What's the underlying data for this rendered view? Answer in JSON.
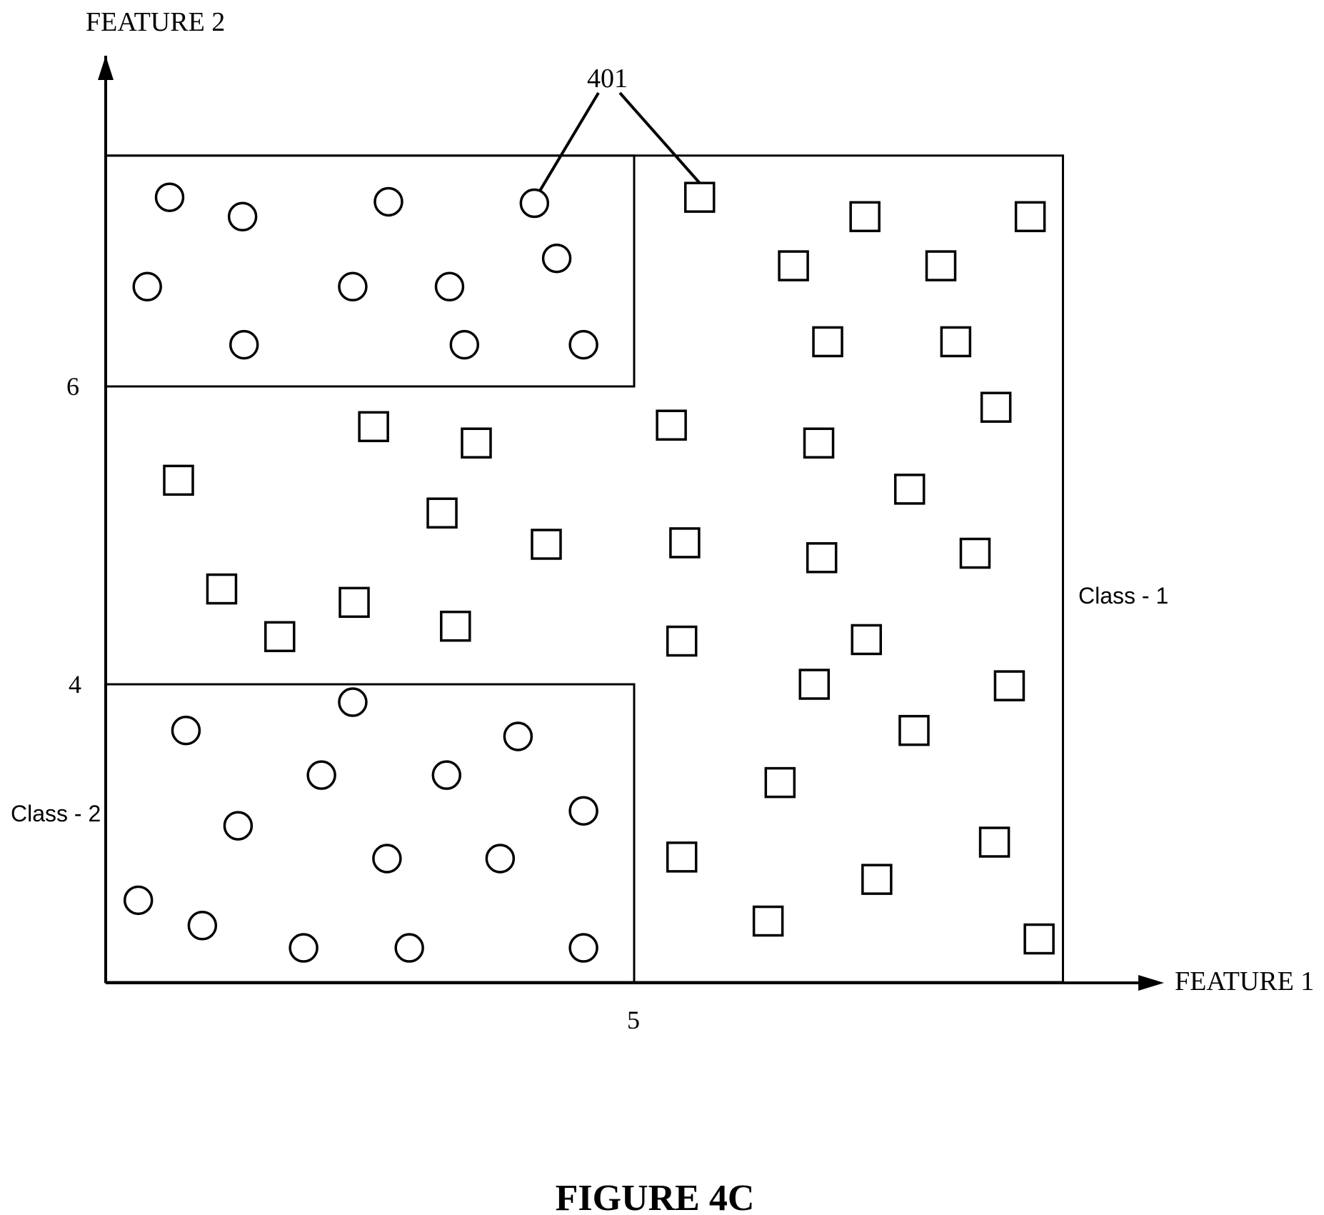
{
  "axes": {
    "x_label": "FEATURE 1",
    "y_label": "FEATURE 2",
    "x_ticks": [
      {
        "value": 5,
        "label": "5"
      }
    ],
    "y_ticks": [
      {
        "value": 4,
        "label": "4"
      },
      {
        "value": 6,
        "label": "6"
      }
    ]
  },
  "class_labels": {
    "class1": "Class - 1",
    "class2": "Class - 2"
  },
  "callout": {
    "label": "401"
  },
  "figure_title": "FIGURE 4C",
  "regions": [
    {
      "name": "upper-circle-region",
      "x_range": [
        1.45,
        5.0
      ],
      "y_range": [
        6.0,
        7.55
      ]
    },
    {
      "name": "lower-circle-region",
      "x_range": [
        1.45,
        5.0
      ],
      "y_range": [
        2.0,
        4.0
      ]
    },
    {
      "name": "square-region",
      "x_range": [
        1.45,
        7.88
      ],
      "y_range": [
        2.0,
        7.55
      ]
    }
  ],
  "points": {
    "circles": [
      [
        1.88,
        7.27
      ],
      [
        2.37,
        7.14
      ],
      [
        3.35,
        7.24
      ],
      [
        4.33,
        7.23
      ],
      [
        4.48,
        6.86
      ],
      [
        1.73,
        6.67
      ],
      [
        3.11,
        6.67
      ],
      [
        3.76,
        6.67
      ],
      [
        2.38,
        6.28
      ],
      [
        3.86,
        6.28
      ],
      [
        4.66,
        6.28
      ],
      [
        3.11,
        3.88
      ],
      [
        1.99,
        3.69
      ],
      [
        4.22,
        3.65
      ],
      [
        2.9,
        3.39
      ],
      [
        3.74,
        3.39
      ],
      [
        2.34,
        3.05
      ],
      [
        4.66,
        3.15
      ],
      [
        3.34,
        2.83
      ],
      [
        4.1,
        2.83
      ],
      [
        1.67,
        2.55
      ],
      [
        2.1,
        2.38
      ],
      [
        2.78,
        2.23
      ],
      [
        3.49,
        2.23
      ],
      [
        4.66,
        2.23
      ]
    ],
    "squares": [
      [
        5.44,
        7.27
      ],
      [
        6.55,
        7.14
      ],
      [
        7.66,
        7.14
      ],
      [
        6.07,
        6.81
      ],
      [
        7.06,
        6.81
      ],
      [
        6.3,
        6.3
      ],
      [
        7.16,
        6.3
      ],
      [
        7.43,
        5.86
      ],
      [
        3.25,
        5.73
      ],
      [
        3.94,
        5.62
      ],
      [
        5.25,
        5.74
      ],
      [
        6.24,
        5.62
      ],
      [
        1.94,
        5.37
      ],
      [
        6.85,
        5.31
      ],
      [
        3.71,
        5.15
      ],
      [
        4.41,
        4.94
      ],
      [
        5.34,
        4.95
      ],
      [
        6.26,
        4.85
      ],
      [
        7.29,
        4.88
      ],
      [
        2.23,
        4.64
      ],
      [
        3.12,
        4.55
      ],
      [
        3.8,
        4.39
      ],
      [
        2.62,
        4.32
      ],
      [
        5.32,
        4.29
      ],
      [
        6.56,
        4.3
      ],
      [
        6.21,
        4.0
      ],
      [
        7.52,
        3.99
      ],
      [
        6.88,
        3.69
      ],
      [
        5.98,
        3.34
      ],
      [
        7.42,
        2.94
      ],
      [
        5.32,
        2.84
      ],
      [
        6.63,
        2.69
      ],
      [
        5.9,
        2.41
      ],
      [
        7.72,
        2.29
      ]
    ]
  },
  "callout_targets": [
    [
      4.33,
      7.23
    ],
    [
      5.44,
      7.27
    ]
  ]
}
